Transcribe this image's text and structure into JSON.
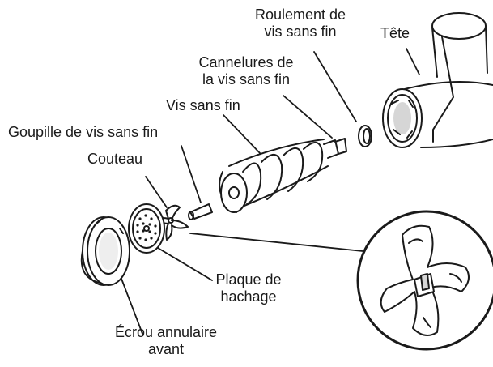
{
  "labels": {
    "roulement": [
      "Roulement de",
      "vis sans fin"
    ],
    "tete": "Tête",
    "cannelures": [
      "Cannelures de",
      "la vis sans fin"
    ],
    "vis": "Vis sans fin",
    "goupille": "Goupille de vis sans fin",
    "couteau": "Couteau",
    "plaque": [
      "Plaque de",
      "hachage"
    ],
    "ecrou": [
      "Écrou annulaire",
      "avant"
    ]
  },
  "colors": {
    "line": "#1a1a1a",
    "fill": "#ffffff",
    "shade": "#d6d6d6"
  }
}
